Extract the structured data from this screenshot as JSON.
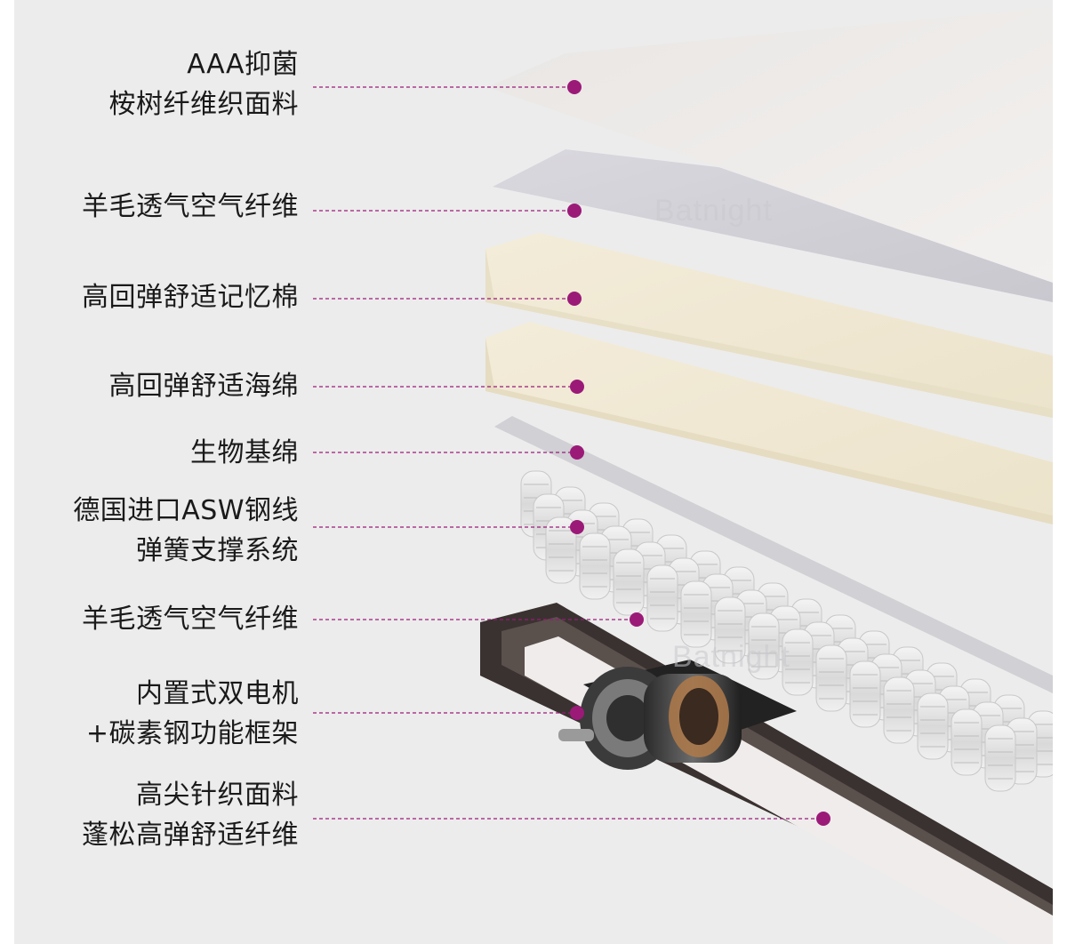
{
  "watermark": "Batnight",
  "accent_color": "#9b1a78",
  "layers": [
    {
      "lines": [
        "AAA抑菌",
        "桉树纤维织面料"
      ]
    },
    {
      "lines": [
        "羊毛透气空气纤维"
      ]
    },
    {
      "lines": [
        "高回弹舒适记忆棉"
      ]
    },
    {
      "lines": [
        "高回弹舒适海绵"
      ]
    },
    {
      "lines": [
        "生物基绵"
      ]
    },
    {
      "lines": [
        "德国进口ASW钢线",
        "弹簧支撑系统"
      ]
    },
    {
      "lines": [
        "羊毛透气空气纤维"
      ]
    },
    {
      "lines": [
        "内置式双电机",
        "+碳素钢功能框架"
      ]
    },
    {
      "lines": [
        "高尖针织面料",
        "蓬松高弹舒适纤维"
      ]
    }
  ]
}
